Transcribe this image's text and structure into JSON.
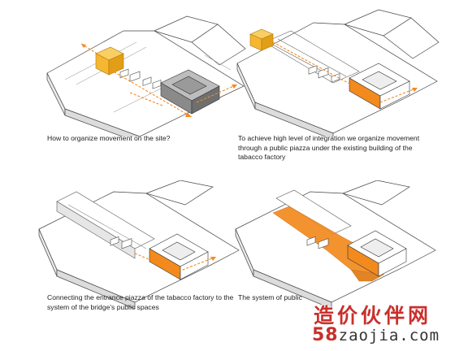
{
  "panels": [
    {
      "caption": "How to organize movement on the site?"
    },
    {
      "caption": "To achieve high level of integration we organize movement through a public piazza under the existing building of the tabacco factory"
    },
    {
      "caption": "Connecting the entrance piazza of the tabacco factory to the system of the bridge's public spaces"
    },
    {
      "caption": "The system of public"
    }
  ],
  "watermark": {
    "chinese": "造价伙伴网",
    "site_number": "58",
    "site_rest": "zaojia.com"
  },
  "colors": {
    "accent_orange": "#f28a1e",
    "cube_yellow": "#f5b731",
    "building_gray": "#8a8a8a",
    "watermark_red": "#c9302c"
  }
}
